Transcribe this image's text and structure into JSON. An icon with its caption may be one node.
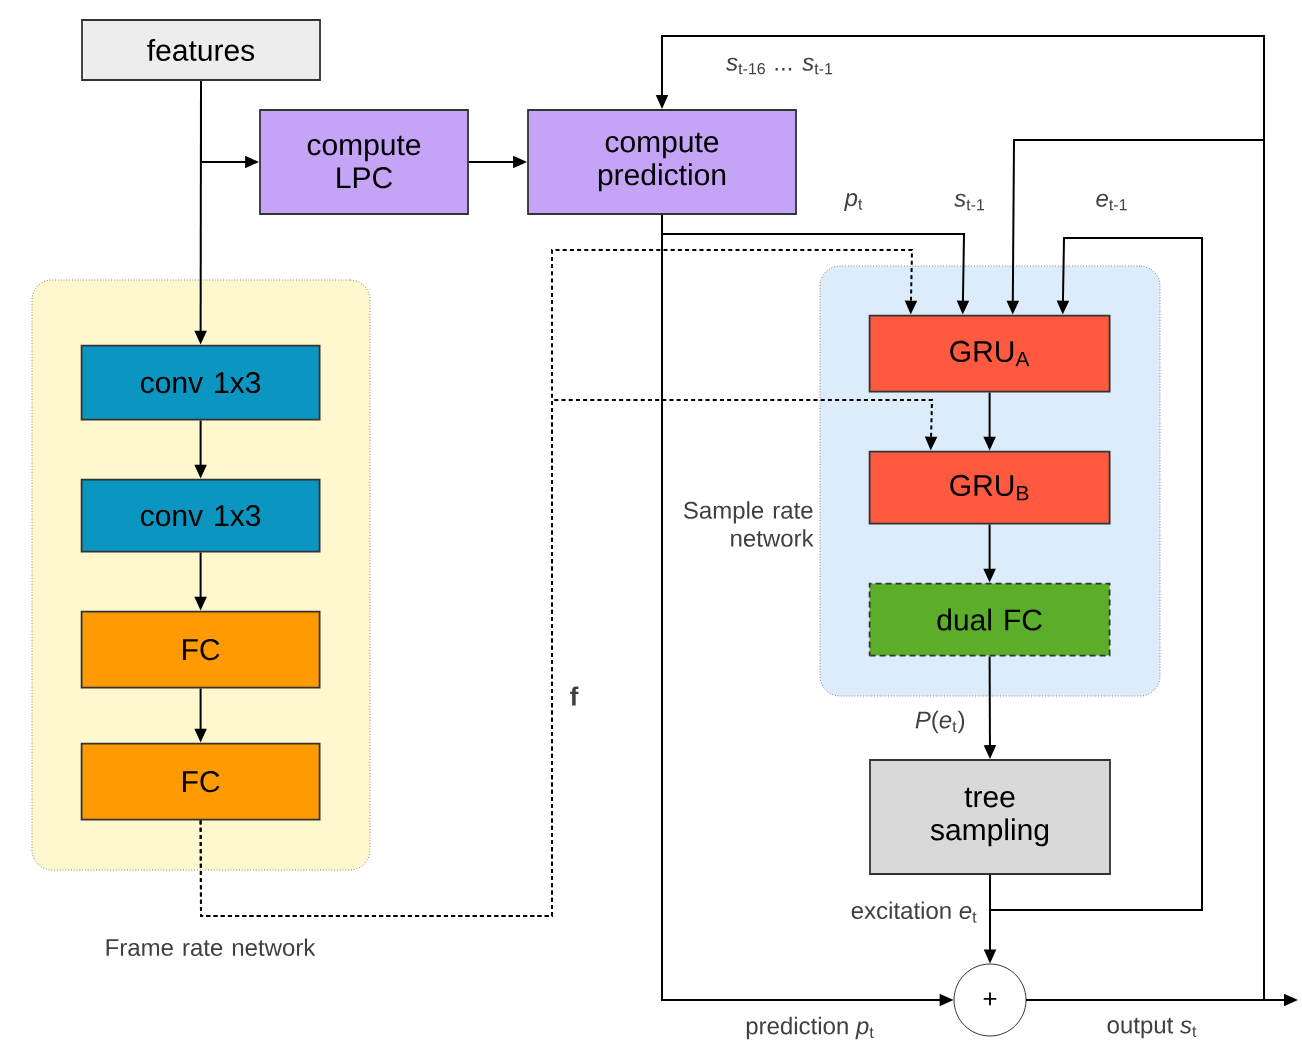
{
  "diagram": {
    "nodes": [
      {
        "text": [
          "features"
        ]
      },
      {
        "text": [
          "compute LPC"
        ]
      },
      {
        "text": [
          "compute prediction"
        ]
      },
      {
        "text": [
          "Frame rate network"
        ]
      },
      {
        "text": [
          "conv 1x3"
        ],
        "in": 3
      },
      {
        "text": [
          "conv 1x3"
        ],
        "in": 3
      },
      {
        "text": [
          "FC"
        ],
        "in": 3
      },
      {
        "text": [
          "FC"
        ],
        "in": 3
      },
      {
        "text": [
          "Sample rate network"
        ]
      },
      {
        "text": [
          "GRU$_{A}$"
        ],
        "in": 8
      },
      {
        "text": [
          "GRU$_{B}$"
        ],
        "in": 8
      },
      {
        "text": [
          "dual FC"
        ],
        "in": 8
      },
      {
        "text": [
          "tree sampling"
        ]
      },
      {
        "text": [
          "+"
        ]
      }
    ],
    "edges": [
      {
        "from": 0,
        "to": 1,
        "arrow": "to"
      },
      {
        "from": 0,
        "to": 4,
        "arrow": "to"
      },
      {
        "from": 1,
        "to": 2,
        "arrow": "to"
      },
      {
        "from": 4,
        "to": 5,
        "arrow": "to"
      },
      {
        "from": 5,
        "to": 6,
        "arrow": "to"
      },
      {
        "from": 6,
        "to": 7,
        "arrow": "to"
      },
      {
        "from": 7,
        "to": 9,
        "arrow": "to",
        "style": "dashed",
        "label": "f"
      },
      {
        "from": 7,
        "to": 10,
        "arrow": "to",
        "style": "dashed"
      },
      {
        "from": 2,
        "to": 9,
        "arrow": "to",
        "label": "*p*$_{t}$"
      },
      {
        "from": 2,
        "to": 13,
        "arrow": "to",
        "label": "prediction *p*$_{t}$"
      },
      {
        "from": 9,
        "to": 10,
        "arrow": "to"
      },
      {
        "from": 10,
        "to": 11,
        "arrow": "to"
      },
      {
        "from": 11,
        "to": 12,
        "arrow": "to",
        "label": "*P*(*e*$_{t}$)"
      },
      {
        "from": 12,
        "to": 13,
        "arrow": "to",
        "label": "excitation *e*$_{t}$"
      },
      {
        "from": 12,
        "to": 9,
        "arrow": "to",
        "label": "*e*$_{t-1}$"
      },
      {
        "from": 13,
        "to": 2,
        "arrow": "to",
        "label": "*s*$_{t-16}$ ... *s*$_{t-1}$"
      },
      {
        "from": 13,
        "to": 9,
        "arrow": "to",
        "label": "*s*$_{t-1}$"
      },
      {
        "from": 13,
        "to": null,
        "arrow": "to",
        "label": "output *s*$_{t}$"
      }
    ]
  }
}
